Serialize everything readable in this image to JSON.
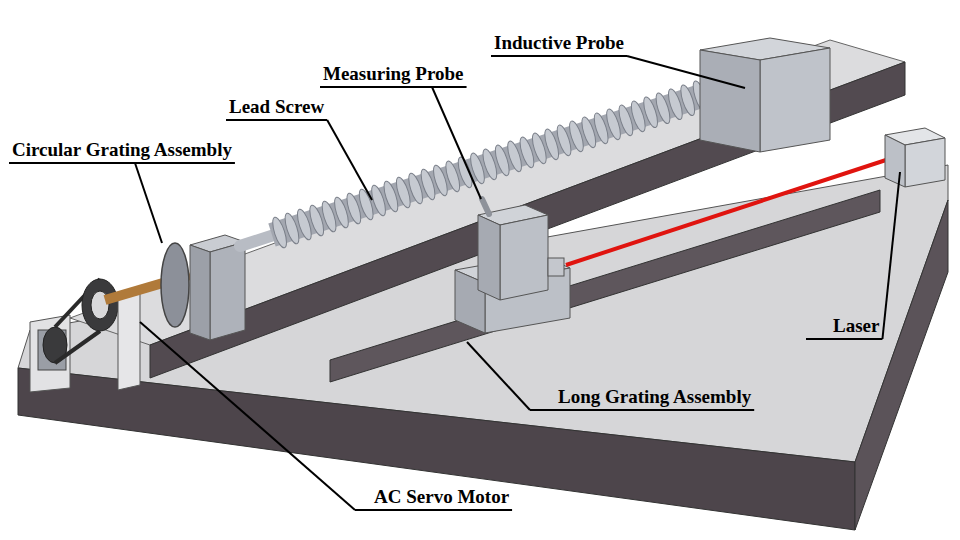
{
  "diagram": {
    "labels": [
      "Inductive Probe",
      "Measuring Probe",
      "Lead Screw",
      "Circular Grating Assembly",
      "Laser",
      "Long Grating Assembly",
      "AC Servo Motor"
    ]
  }
}
